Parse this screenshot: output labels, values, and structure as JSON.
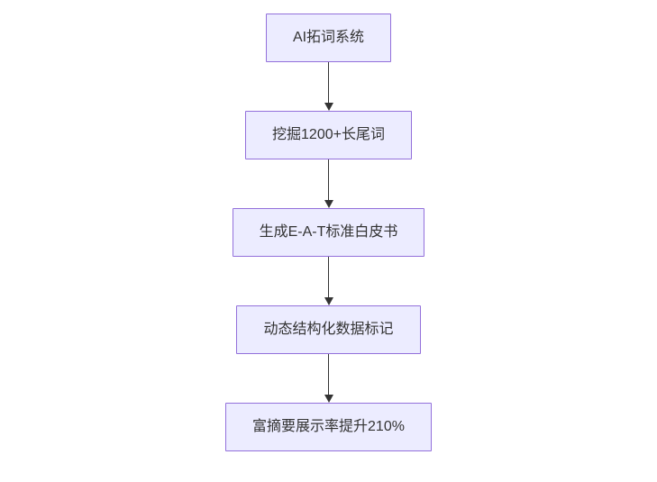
{
  "flowchart": {
    "title": "",
    "type": "top-down-flowchart",
    "nodes": [
      {
        "id": "n1",
        "label": "AI拓词系统"
      },
      {
        "id": "n2",
        "label": "挖掘1200+长尾词"
      },
      {
        "id": "n3",
        "label": "生成E-A-T标准白皮书"
      },
      {
        "id": "n4",
        "label": "动态结构化数据标记"
      },
      {
        "id": "n5",
        "label": "富摘要展示率提升210%"
      }
    ],
    "edges": [
      {
        "from": "n1",
        "to": "n2"
      },
      {
        "from": "n2",
        "to": "n3"
      },
      {
        "from": "n3",
        "to": "n4"
      },
      {
        "from": "n4",
        "to": "n5"
      }
    ],
    "colors": {
      "canvas_bg": "#ffffff",
      "node_fill": "#ECECFF",
      "node_border": "#9370DB",
      "text_color": "#333333",
      "arrow_color": "#333333"
    }
  }
}
